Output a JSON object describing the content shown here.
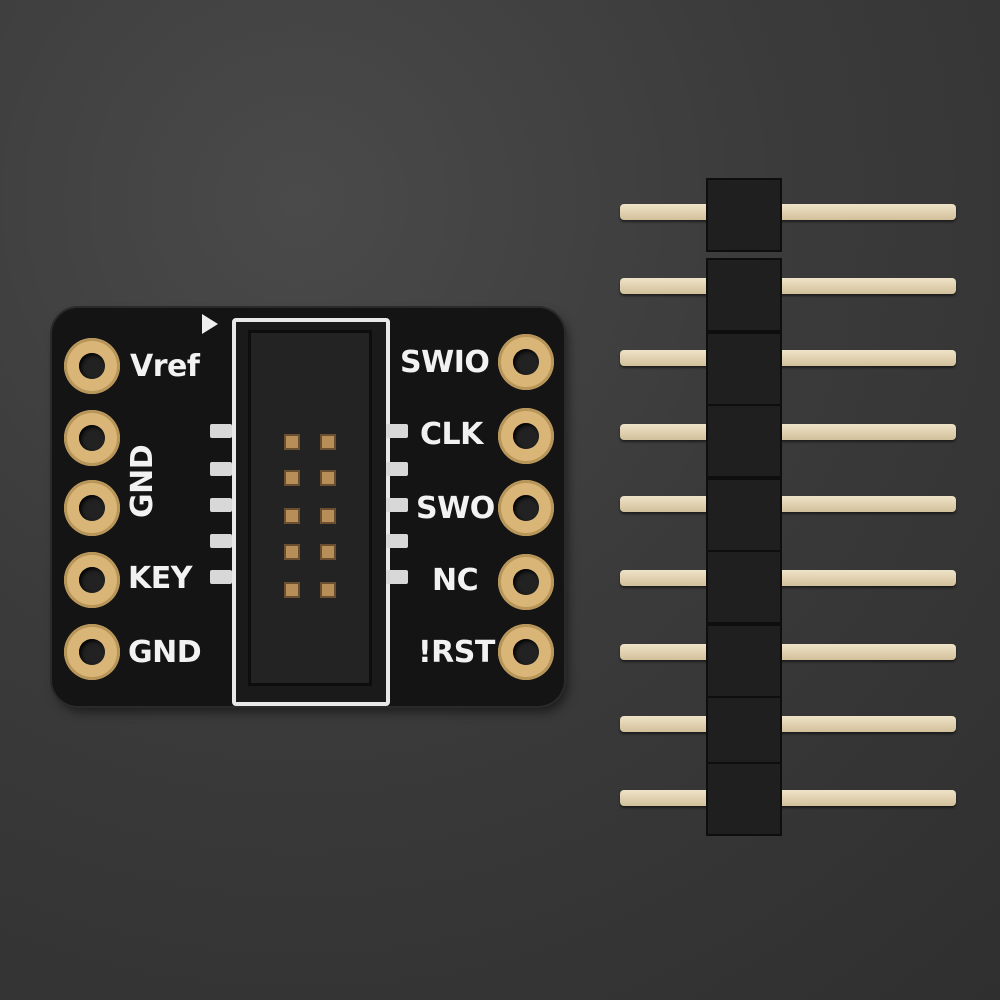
{
  "scene": {
    "description": "Product photo of a small black SWD debug breakout PCB with a 2x5 1.27mm shrouded header, gold castellated pads, and a separate 9-pin male pin header strip on a dark textured background",
    "background_color": "#3a3a3a",
    "pcb_color": "#141414",
    "pad_color": "#d9b677",
    "silkscreen_color": "#f2f2f2"
  },
  "pcb": {
    "left_labels": [
      "Vref",
      "GND",
      "KEY",
      "GND"
    ],
    "left_pins": [
      "Vref",
      "GND",
      "GND",
      "KEY",
      "GND"
    ],
    "right_labels": [
      "SWIO",
      "CLK",
      "SWO",
      "NC",
      "!RST"
    ],
    "pin1_marker": "triangle-arrow"
  },
  "pin_header": {
    "pin_count": 9,
    "pin_color": "#e8dcc0",
    "housing_color": "#1f1f1f"
  }
}
